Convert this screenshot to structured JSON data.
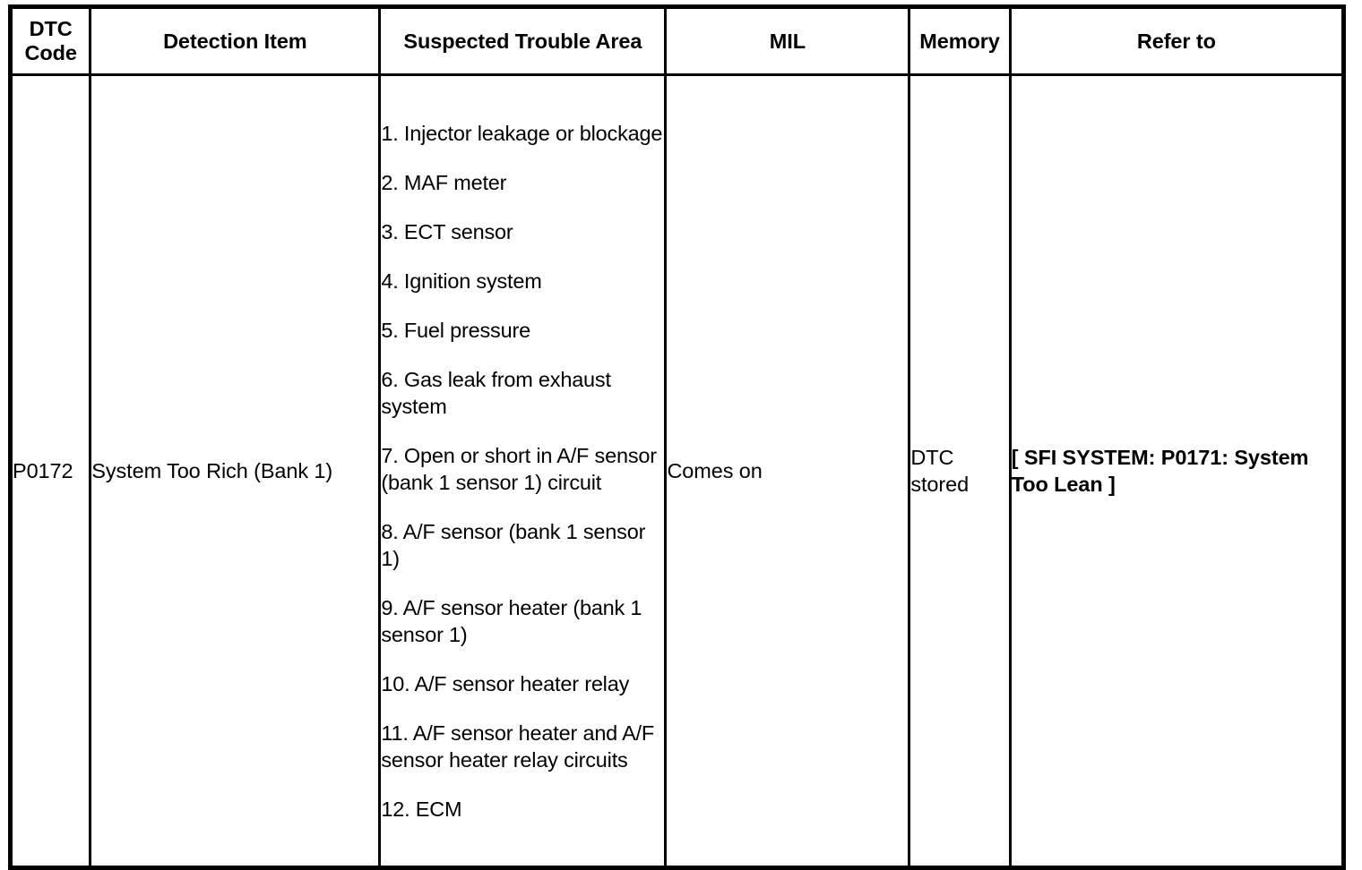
{
  "table": {
    "columns": [
      {
        "key": "dtc_code",
        "label": "DTC\nCode",
        "label_line1": "DTC",
        "label_line2": "Code"
      },
      {
        "key": "detection",
        "label": "Detection Item"
      },
      {
        "key": "trouble_area",
        "label": "Suspected Trouble Area"
      },
      {
        "key": "mil",
        "label": "MIL"
      },
      {
        "key": "memory",
        "label": "Memory"
      },
      {
        "key": "refer_to",
        "label": "Refer to"
      }
    ],
    "headers": {
      "dtc_code_line1": "DTC",
      "dtc_code_line2": "Code",
      "detection": "Detection Item",
      "trouble_area": "Suspected Trouble Area",
      "mil": "MIL",
      "memory": "Memory",
      "refer_to": "Refer to"
    },
    "rows": [
      {
        "dtc_code": "P0172",
        "detection": "System Too Rich (Bank 1)",
        "trouble_area": [
          "1. Injector leakage or blockage",
          "2. MAF meter",
          "3. ECT sensor",
          "4. Ignition system",
          "5. Fuel pressure",
          "6. Gas leak from exhaust system",
          "7. Open or short in A/F sensor (bank 1 sensor 1) circuit",
          "8. A/F sensor (bank 1 sensor 1)",
          "9. A/F sensor heater (bank 1 sensor 1)",
          "10. A/F sensor heater relay",
          "11. A/F sensor heater and A/F sensor heater relay circuits",
          "12. ECM"
        ],
        "mil": "Comes on",
        "memory": "DTC stored",
        "refer_to": "[ SFI SYSTEM: P0171: System Too Lean ]"
      }
    ]
  },
  "colors": {
    "border": "#000000",
    "text": "#000000",
    "background": "#ffffff"
  }
}
